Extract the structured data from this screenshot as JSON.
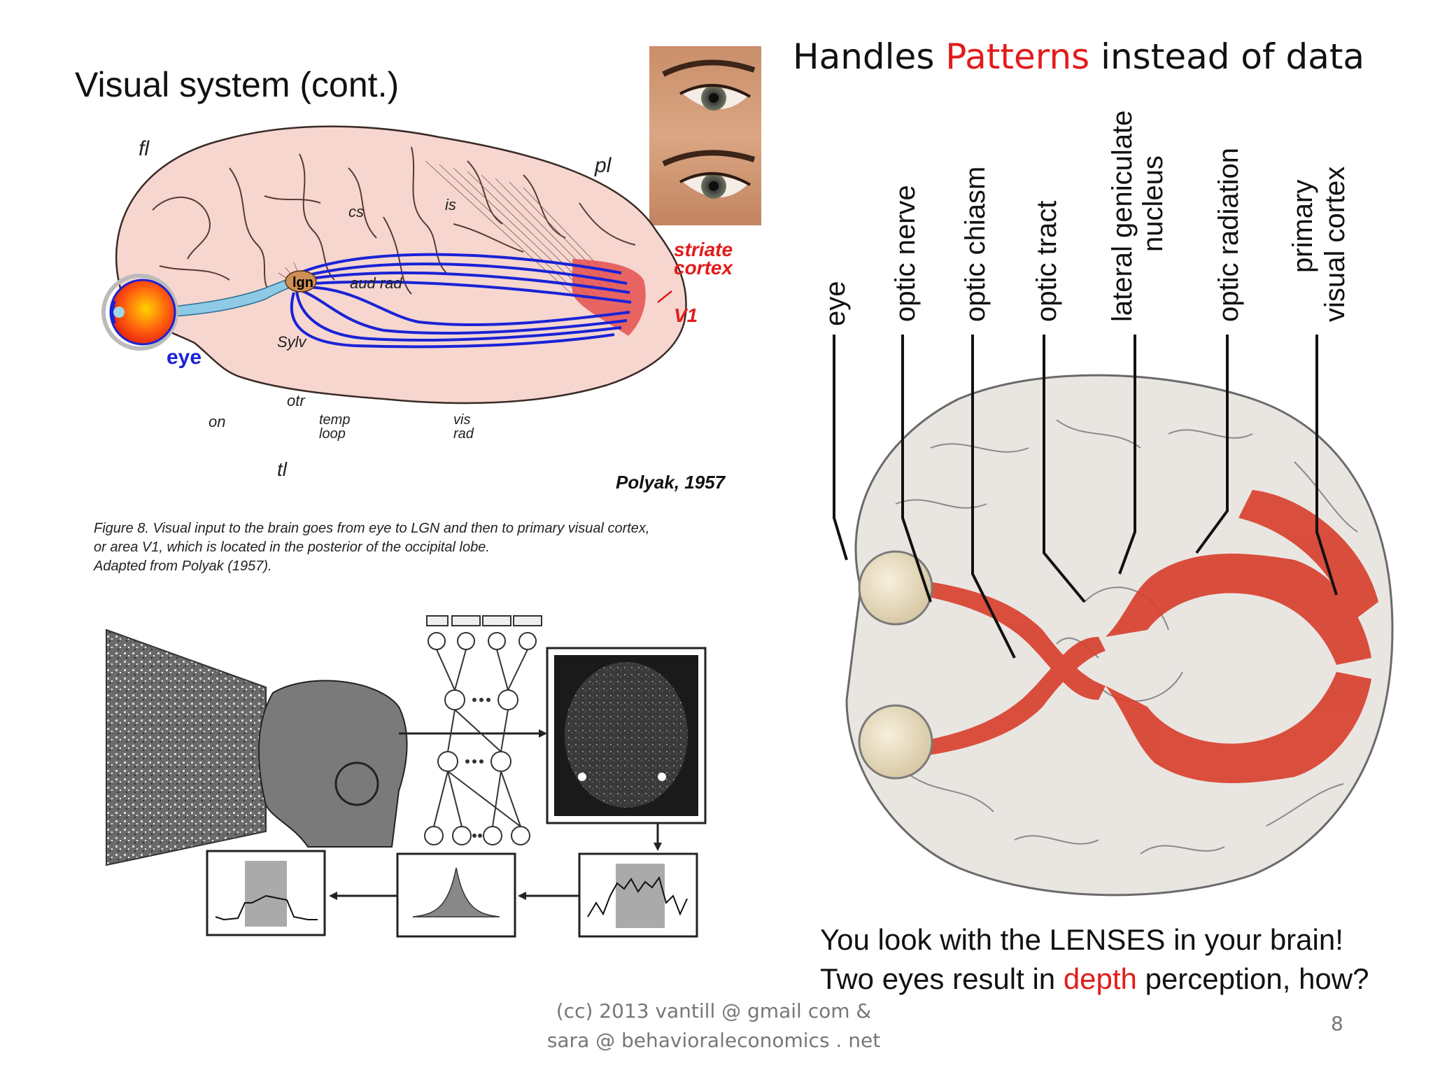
{
  "slide": {
    "title": "Visual system (cont.)",
    "headline": {
      "before": "Handles ",
      "highlight": "Patterns",
      "after": " instead of data"
    },
    "brain_diagram": {
      "labels": {
        "fl": "fl",
        "pl": "pl",
        "cs": "cs",
        "is": "is",
        "aud_rad": "aud rad",
        "sylv": "Sylv",
        "lgn": "lgn",
        "otr": "otr",
        "on": "on",
        "temp_loop": [
          "temp",
          "loop"
        ],
        "vis_rad": [
          "vis",
          "rad"
        ],
        "tl": "tl",
        "eye": "eye",
        "striate_cortex": [
          "striate",
          "cortex"
        ],
        "v1": "V1",
        "credit": "Polyak, 1957"
      }
    },
    "caption": [
      "Figure 8. Visual input to the brain goes from eye to LGN and then to primary visual cortex,",
      "or area V1, which is located in the posterior of the occipital lobe.",
      "Adapted from Polyak (1957)."
    ],
    "pathway_labels": [
      [
        "eye"
      ],
      [
        "optic nerve"
      ],
      [
        "optic chiasm"
      ],
      [
        "optic tract"
      ],
      [
        "lateral geniculate",
        "nucleus"
      ],
      [
        "optic radiation"
      ],
      [
        "primary",
        "visual cortex"
      ]
    ],
    "conclusion": {
      "line1": "You look with the LENSES in your brain!",
      "line2_before": "Two eyes result in ",
      "line2_highlight": "depth",
      "line2_after": " perception, how?"
    },
    "footer": {
      "line1": "(cc) 2013 vantill @ gmail com &",
      "line2": "sara @ behavioraleconomics . net"
    },
    "page_number": "8",
    "colors": {
      "accent_red": "#e31b1b",
      "radiation_blue": "#1a22d6",
      "brain_pink": "#f6d6cf",
      "pathway_red": "#d8412f"
    }
  }
}
